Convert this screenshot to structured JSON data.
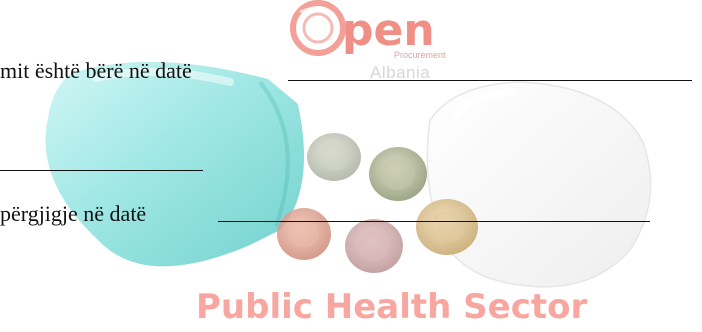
{
  "document": {
    "lines": [
      {
        "prefix": "mit është bërë në datë"
      },
      {
        "prefix": ""
      },
      {
        "prefix": "përgjigje në datë"
      }
    ]
  },
  "watermark": {
    "logo_open": "pen",
    "logo_small": "Procurement",
    "logo_albania": "Albania",
    "sector": "Public Health Sector"
  },
  "colors": {
    "capsule_teal": "#8fe6e3",
    "logo_pink": "#f08f86",
    "sector_pink": "#f7a6a0"
  }
}
